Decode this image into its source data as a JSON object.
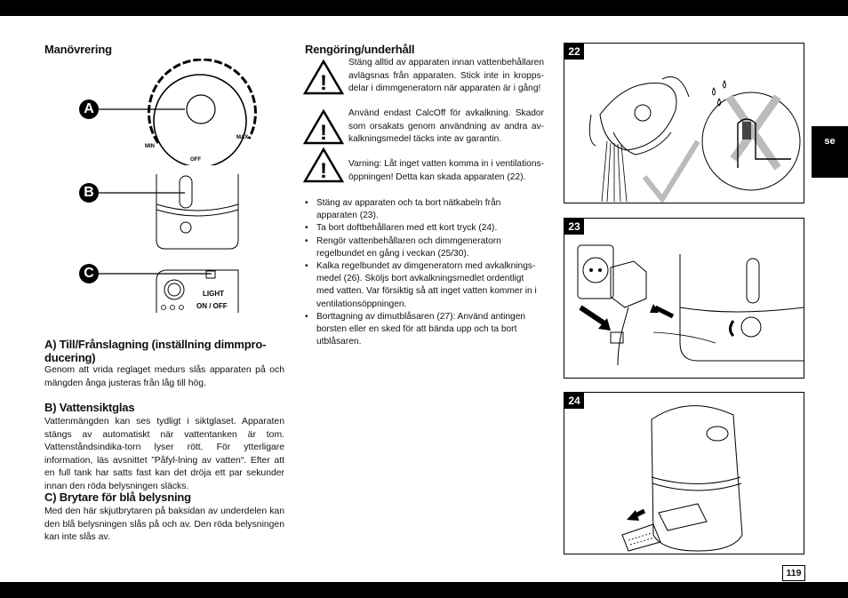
{
  "left": {
    "title": "Manövrering",
    "dial": {
      "label_a": "A",
      "min": "MIN",
      "max": "MAX",
      "off": "OFF"
    },
    "label_b": "B",
    "label_c": "C",
    "switch": {
      "light": "LIGHT",
      "onoff": "ON / OFF"
    },
    "sec_a_title": "A) Till/Frånslagning (inställning dimmpro-ducering)",
    "sec_a_text": "Genom att vrida reglaget medurs slås apparaten på och mängden ånga justeras från låg till hög.",
    "sec_b_title": "B) Vattensiktglas",
    "sec_b_text": "Vattenmängden kan ses tydligt i siktglaset. Apparaten stängs av automatiskt när vattentanken är tom. Vattenståndsindika-torn lyser rött. För ytterligare information, läs avsnittet ”Påfyl-lning av vatten“. Efter att en full tank har satts fast kan det dröja ett par sekunder innan den röda belysningen släcks.",
    "sec_c_title": "C) Brytare för blå belysning",
    "sec_c_text": "Med den här skjutbrytaren på baksidan av underdelen kan den blå belysningen slås på och av. Den röda belysningen kan inte slås av."
  },
  "middle": {
    "title": "Rengöring/underhåll",
    "warning1": "Stäng alltid av apparaten innan vattenbehållaren avlägsnas från apparaten. Stick inte in kropps-delar i dimmgeneratorn när apparaten är i gång!",
    "warning2": "Använd endast CalcOff för avkalkning. Skador som orsakats genom användning av andra av-kalkningsmedel täcks inte av garantin.",
    "warning3": "Varning: Låt inget vatten komma in i ventilations-öppningen! Detta kan skada apparaten (22).",
    "bullets": [
      "Stäng av apparaten och ta bort nätkabeln från apparaten (23).",
      "Ta bort doftbehållaren med ett kort tryck (24).",
      "Rengör vattenbehållaren och dimmgeneratorn regelbundet en gång i veckan (25/30).",
      "Kalka regelbundet av dimgeneratorn med avkalknings-medel (26). Sköljs bort avkalkningsmedlet ordentligt med vatten. Var försiktig så att inget vatten kommer in i ventilationsöppningen.",
      "Borttagning av dimutblåsaren (27): Använd antingen borsten eller en sked för att bända upp och ta bort utblåsaren."
    ]
  },
  "figures": {
    "fig22": "22",
    "fig23": "23",
    "fig24": "24"
  },
  "tab": "se",
  "page_number": "119"
}
